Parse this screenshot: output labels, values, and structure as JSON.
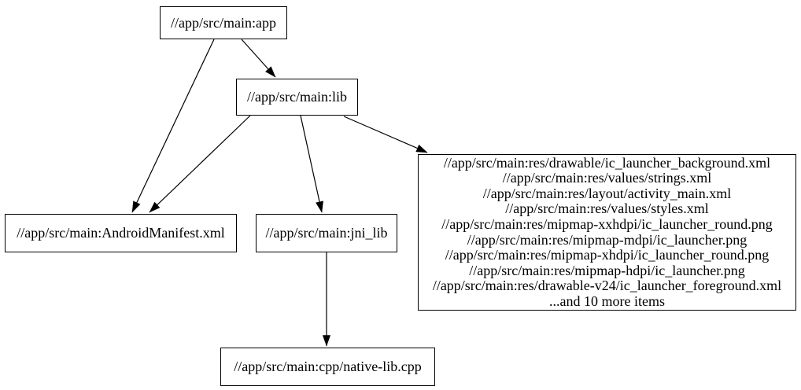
{
  "diagram": {
    "type": "graphviz-dependency-graph",
    "nodes": {
      "app": {
        "label": "//app/src/main:app"
      },
      "lib": {
        "label": "//app/src/main:lib"
      },
      "android_manifest": {
        "label": "//app/src/main:AndroidManifest.xml"
      },
      "jni_lib": {
        "label": "//app/src/main:jni_lib"
      },
      "res_group": {
        "lines": [
          "//app/src/main:res/drawable/ic_launcher_background.xml",
          "//app/src/main:res/values/strings.xml",
          "//app/src/main:res/layout/activity_main.xml",
          "//app/src/main:res/values/styles.xml",
          "//app/src/main:res/mipmap-xxhdpi/ic_launcher_round.png",
          "//app/src/main:res/mipmap-mdpi/ic_launcher.png",
          "//app/src/main:res/mipmap-xhdpi/ic_launcher_round.png",
          "//app/src/main:res/mipmap-hdpi/ic_launcher.png",
          "//app/src/main:res/drawable-v24/ic_launcher_foreground.xml",
          "...and 10 more items"
        ]
      },
      "native_cpp": {
        "label": "//app/src/main:cpp/native-lib.cpp"
      }
    },
    "edges": [
      {
        "from": "app",
        "to": "lib"
      },
      {
        "from": "app",
        "to": "android_manifest"
      },
      {
        "from": "lib",
        "to": "android_manifest"
      },
      {
        "from": "lib",
        "to": "jni_lib"
      },
      {
        "from": "lib",
        "to": "res_group"
      },
      {
        "from": "jni_lib",
        "to": "native_cpp"
      }
    ],
    "colors": {
      "background": "#ffffff",
      "node_fill": "#ffffff",
      "node_border": "#000000",
      "text": "#000000",
      "edge": "#000000"
    }
  }
}
